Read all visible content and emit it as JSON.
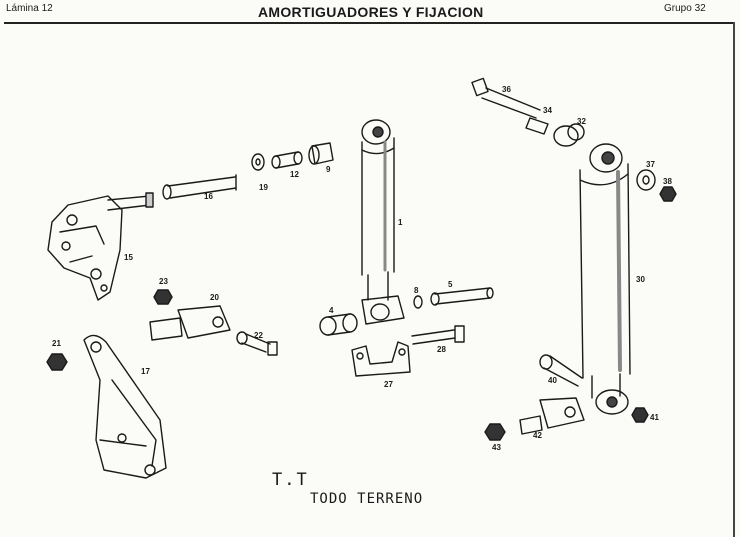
{
  "header": {
    "left": "Lámina 12",
    "title": "AMORTIGUADORES Y FIJACION",
    "right": "Grupo 32"
  },
  "footer": {
    "code": "T.T",
    "label": "TODO TERRENO"
  },
  "parts": {
    "p1": "1",
    "p4": "4",
    "p5": "5",
    "p8": "8",
    "p9": "9",
    "p12": "12",
    "p15": "15",
    "p16": "16",
    "p17": "17",
    "p19": "19",
    "p20": "20",
    "p21": "21",
    "p22": "22",
    "p23": "23",
    "p27": "27",
    "p28": "28",
    "p30": "30",
    "p32": "32",
    "p34": "34",
    "p36": "36",
    "p37": "37",
    "p38": "38",
    "p40": "40",
    "p41": "41",
    "p42": "42",
    "p43": "43"
  }
}
